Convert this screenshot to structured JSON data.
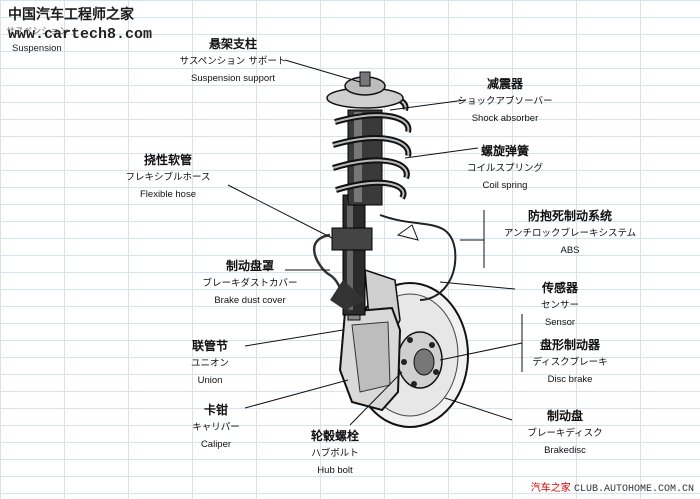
{
  "watermark": {
    "site_name": "中国汽车工程师之家",
    "site_url": "www.cartech8.com",
    "footer_brand": "汽车之家",
    "footer_url": "CLUB.AUTOHOME.COM.CN"
  },
  "top_left_label": {
    "ja": "サスペンション",
    "en": "Suspension"
  },
  "labels": {
    "suspension_support": {
      "zh": "悬架支柱",
      "ja": "サスペンション サポート",
      "en": "Suspension support"
    },
    "shock_absorber": {
      "zh": "减震器",
      "ja": "ショックアブソーバー",
      "en": "Shock absorber"
    },
    "coil_spring": {
      "zh": "螺旋弹簧",
      "ja": "コイルスプリング",
      "en": "Coil spring"
    },
    "flexible_hose": {
      "zh": "挠性软管",
      "ja": "フレキシブルホース",
      "en": "Flexible hose"
    },
    "abs": {
      "zh": "防抱死制动系统",
      "ja": "アンチロックブレーキシステム",
      "en": "ABS"
    },
    "brake_dust_cover": {
      "zh": "制动盘罩",
      "ja": "ブレーキダストカバー",
      "en": "Brake dust cover"
    },
    "sensor": {
      "zh": "传感器",
      "ja": "センサー",
      "en": "Sensor"
    },
    "disc_brake": {
      "zh": "盘形制动器",
      "ja": "ディスクブレーキ",
      "en": "Disc brake"
    },
    "union": {
      "zh": "联管节",
      "ja": "ユニオン",
      "en": "Union"
    },
    "caliper": {
      "zh": "卡钳",
      "ja": "キャリパー",
      "en": "Caliper"
    },
    "hub_bolt": {
      "zh": "轮毂螺栓",
      "ja": "ハブボルト",
      "en": "Hub bolt"
    },
    "brake_disc": {
      "zh": "制动盘",
      "ja": "ブレーキディスク",
      "en": "Brakedisc"
    }
  }
}
